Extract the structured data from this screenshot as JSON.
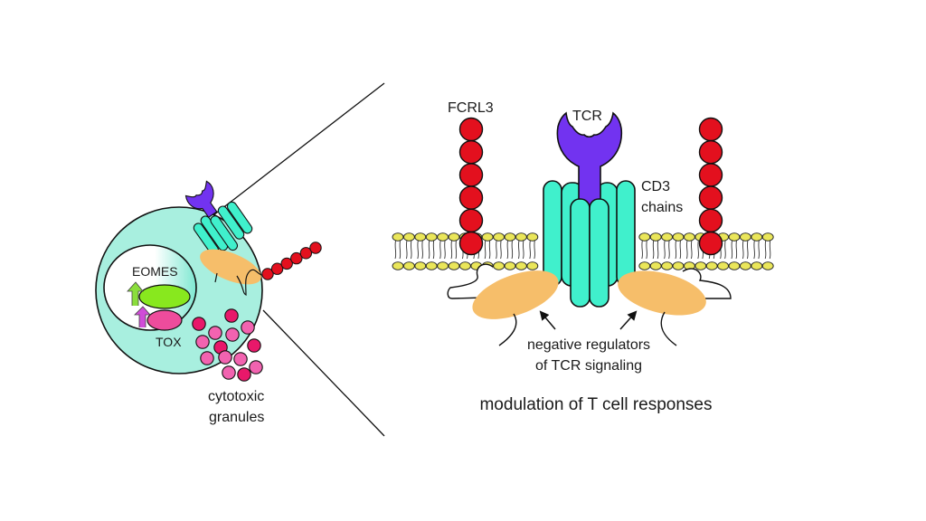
{
  "diagram": {
    "subject": "FCRL3 expression on cytotoxic T cells and modulation of TCR signaling",
    "colors": {
      "cell": "#a8efdf",
      "cd3": "#40f0cc",
      "tcr": "#7233f0",
      "fcrl3": "#e3101e",
      "regulator": "#f6be6a",
      "membrane_head": "#eae65a",
      "eomes": "#88e81e",
      "tox": "#ee4c9c",
      "eomes_arrow": "#8add3c",
      "tox_arrow": "#d04cd8",
      "granule_dark": "#e8186a",
      "granule_light": "#f263b0",
      "line": "#111111"
    },
    "cell_panel": {
      "nucleus_labels": {
        "eomes": "EOMES",
        "tox": "TOX"
      },
      "granules_label_line1": "cytotoxic",
      "granules_label_line2": "granules",
      "fcrl3_bead_count": 6,
      "granule_count": 14
    },
    "zoom_panel": {
      "fcrl3_label": "FCRL3",
      "tcr_label": "TCR",
      "cd3_label_line1": "CD3",
      "cd3_label_line2": "chains",
      "regulators_label_line1": "negative regulators",
      "regulators_label_line2": "of TCR signaling",
      "caption": "modulation of T cell responses",
      "fcrl3_bead_count": 6
    }
  }
}
